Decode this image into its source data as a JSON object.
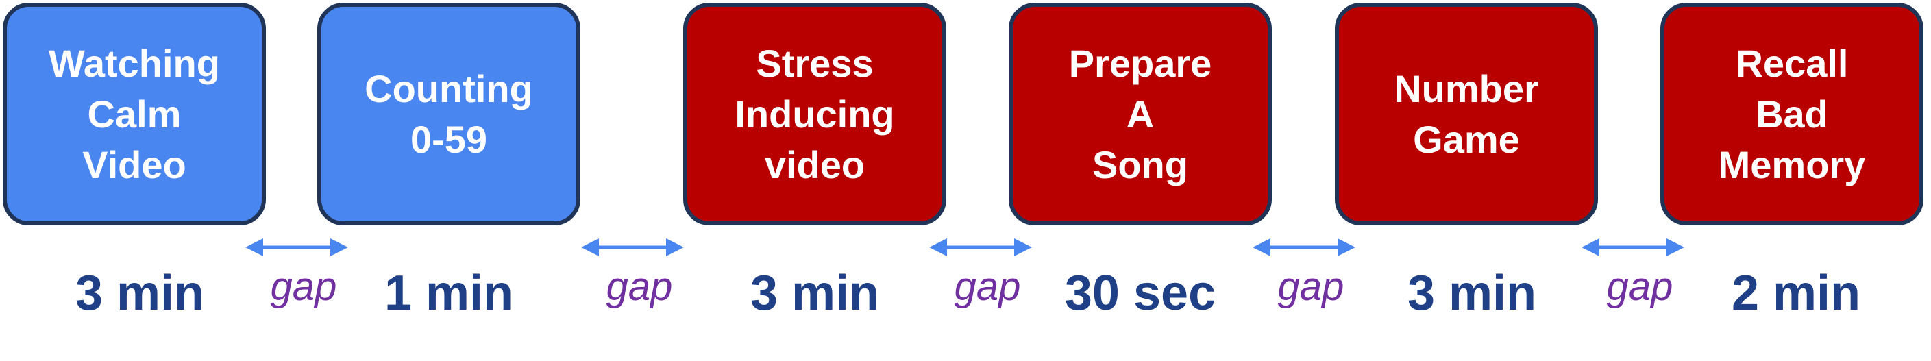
{
  "colors": {
    "calm": "#4a86f0",
    "stress": "#b80000",
    "border": "#1f3457",
    "arrow": "#4a86f0",
    "duration": "#1f3f86",
    "gap": "#7030a0"
  },
  "steps": [
    {
      "label": "Watching\nCalm\nVideo",
      "duration": "3 min",
      "phase": "calm"
    },
    {
      "label": "Counting\n0-59",
      "duration": "1 min",
      "phase": "calm"
    },
    {
      "label": "Stress\nInducing\nvideo",
      "duration": "3 min",
      "phase": "stress"
    },
    {
      "label": "Prepare\nA\nSong",
      "duration": "30 sec",
      "phase": "stress"
    },
    {
      "label": "Number\nGame",
      "duration": "3 min",
      "phase": "stress"
    },
    {
      "label": "Recall\nBad\nMemory",
      "duration": "2 min",
      "phase": "stress"
    }
  ],
  "gaps": [
    {
      "label": "gap"
    },
    {
      "label": "gap"
    },
    {
      "label": "gap"
    },
    {
      "label": "gap"
    },
    {
      "label": "gap"
    }
  ]
}
